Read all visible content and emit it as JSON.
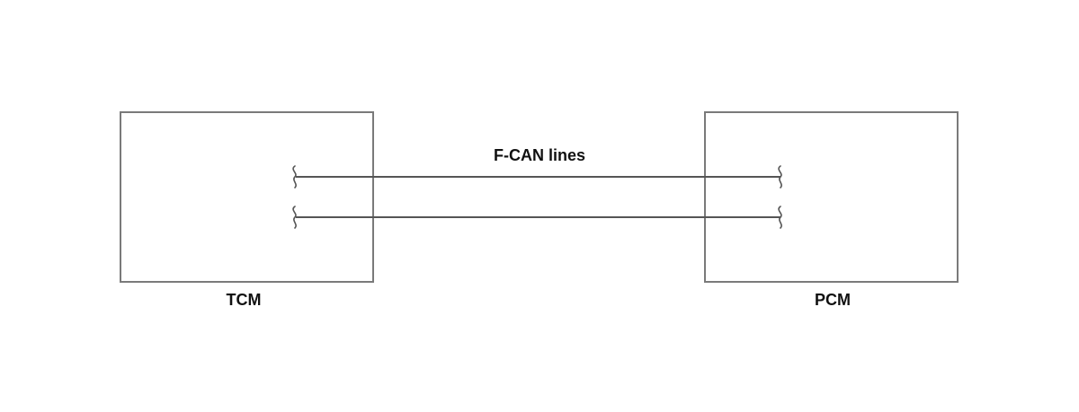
{
  "diagram": {
    "bus_label": "F-CAN lines",
    "modules": {
      "left": {
        "label": "TCM"
      },
      "right": {
        "label": "PCM"
      }
    },
    "line_count": 2,
    "colors": {
      "box_stroke": "#7a7a7a",
      "line_stroke": "#555555",
      "text": "#111111"
    }
  }
}
